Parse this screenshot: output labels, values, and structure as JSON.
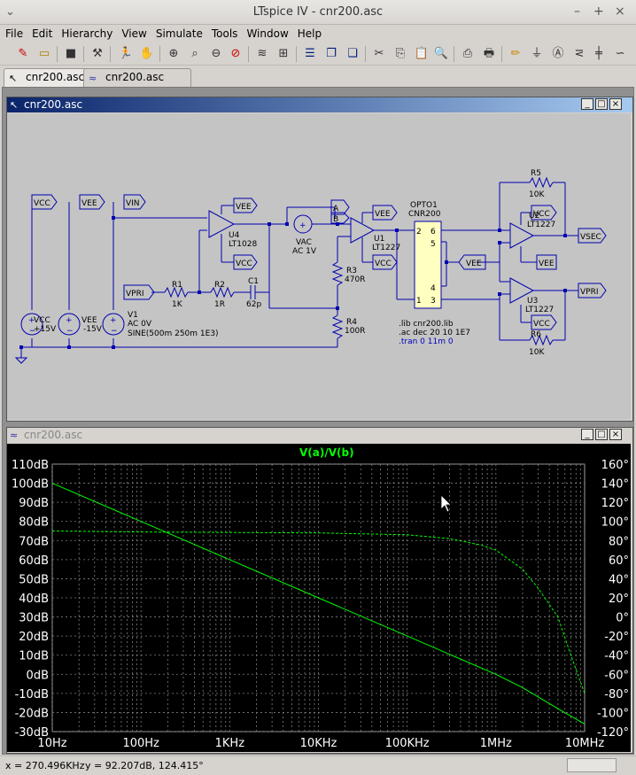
{
  "app": {
    "title": "LTspice IV - cnr200.asc"
  },
  "window_controls": {
    "minimize": "–",
    "maximize": "+",
    "close": "×"
  },
  "menu": [
    "File",
    "Edit",
    "Hierarchy",
    "View",
    "Simulate",
    "Tools",
    "Window",
    "Help"
  ],
  "toolbar_icons": [
    "new-schematic-icon",
    "open-icon",
    "save-icon",
    "control-panel-icon",
    "run-icon",
    "halt-icon",
    "zoom-in-icon",
    "zoom-area-icon",
    "zoom-out-icon",
    "zoom-cancel-icon",
    "autorange-icon",
    "fit-icon",
    "tile-horizontal-icon",
    "cascade-icon",
    "tile-icon",
    "cut-icon",
    "copy-icon",
    "paste-icon",
    "find-icon",
    "print-setup-icon",
    "print-icon",
    "draw-wire-icon",
    "ground-icon",
    "label-net-icon",
    "resistor-icon",
    "capacitor-icon",
    "inductor-icon"
  ],
  "tabs": [
    {
      "label": "cnr200.asc",
      "icon": "schematic-tab-icon",
      "active": true
    },
    {
      "label": "cnr200.asc",
      "icon": "waveform-tab-icon",
      "active": false
    }
  ],
  "schematic": {
    "title": "cnr200.asc",
    "net_labels": {
      "vcc": "VCC",
      "vee": "VEE",
      "vin": "VIN",
      "vpri": "VPRI",
      "a": "A",
      "b": "B",
      "vsec": "VSEC"
    },
    "components": {
      "vcc": {
        "name": "VCC",
        "value": "+15V"
      },
      "vee": {
        "name": "VEE",
        "value": "-15V"
      },
      "v1": {
        "name": "V1",
        "value1": "AC 0V",
        "value2": "SINE(500m 250m 1E3)"
      },
      "r1": {
        "name": "R1",
        "value": "1K"
      },
      "r2": {
        "name": "R2",
        "value": "1R"
      },
      "c1": {
        "name": "C1",
        "value": "62p"
      },
      "u4": {
        "name": "U4",
        "value": "LT1028"
      },
      "vac": {
        "name": "VAC",
        "value": "AC 1V"
      },
      "u1": {
        "name": "U1",
        "value": "LT1227"
      },
      "r3": {
        "name": "R3",
        "value": "470R"
      },
      "r4": {
        "name": "R4",
        "value": "100R"
      },
      "opto": {
        "name": "OPTO1",
        "value": "CNR200",
        "pins": [
          "2",
          "6",
          "5",
          "4",
          "1",
          "3"
        ]
      },
      "r5": {
        "name": "R5",
        "value": "10K"
      },
      "r6": {
        "name": "R6",
        "value": "10K"
      },
      "u2": {
        "name": "U2",
        "value": "LT1227"
      },
      "u3": {
        "name": "U3",
        "value": "LT1227"
      }
    },
    "directives": [
      ".lib cnr200.lib",
      ".ac dec 20 10 1E7",
      ".tran 0 11m 0"
    ]
  },
  "plot": {
    "title": "cnr200.asc",
    "trace_label": "V(a)/V(b)",
    "colors": {
      "trace": "#00ff00",
      "background": "#000000",
      "axis_text": "#ffffff",
      "grid": "#808080"
    }
  },
  "chart_data": {
    "type": "line",
    "title": "V(a)/V(b)",
    "x_scale": "log",
    "x_ticks": [
      "10Hz",
      "100Hz",
      "1KHz",
      "10KHz",
      "100KHz",
      "1MHz",
      "10MHz"
    ],
    "x_range_hz": [
      10,
      10000000
    ],
    "y_left_ticks": [
      "110dB",
      "100dB",
      "90dB",
      "80dB",
      "70dB",
      "60dB",
      "50dB",
      "40dB",
      "30dB",
      "20dB",
      "10dB",
      "0dB",
      "-10dB",
      "-20dB",
      "-30dB"
    ],
    "y_left_range_db": [
      -30,
      110
    ],
    "y_right_ticks": [
      "160°",
      "140°",
      "120°",
      "100°",
      "80°",
      "60°",
      "40°",
      "20°",
      "0°",
      "-20°",
      "-40°",
      "-60°",
      "-80°",
      "-100°",
      "-120°"
    ],
    "y_right_range_deg": [
      -120,
      160
    ],
    "series": [
      {
        "name": "V(a)/V(b)",
        "style": "solid",
        "axis": "left",
        "x": [
          10,
          100,
          1000,
          10000,
          100000,
          1000000,
          2000000,
          5000000,
          10000000
        ],
        "y": [
          100,
          80,
          60,
          40,
          20,
          0,
          -7,
          -18,
          -26
        ]
      },
      {
        "name": "V(a)/V(b)",
        "style": "dashed",
        "axis": "right",
        "x": [
          10,
          100,
          10000,
          100000,
          300000,
          700000,
          1000000,
          2000000,
          3000000,
          5000000,
          7000000,
          10000000
        ],
        "y": [
          90,
          89,
          88,
          86,
          82,
          75,
          70,
          50,
          30,
          0,
          -40,
          -80
        ]
      }
    ]
  },
  "cursor_readout": {
    "x": "x = 270.496KHz",
    "y": "y = 92.207dB, 124.415°"
  }
}
